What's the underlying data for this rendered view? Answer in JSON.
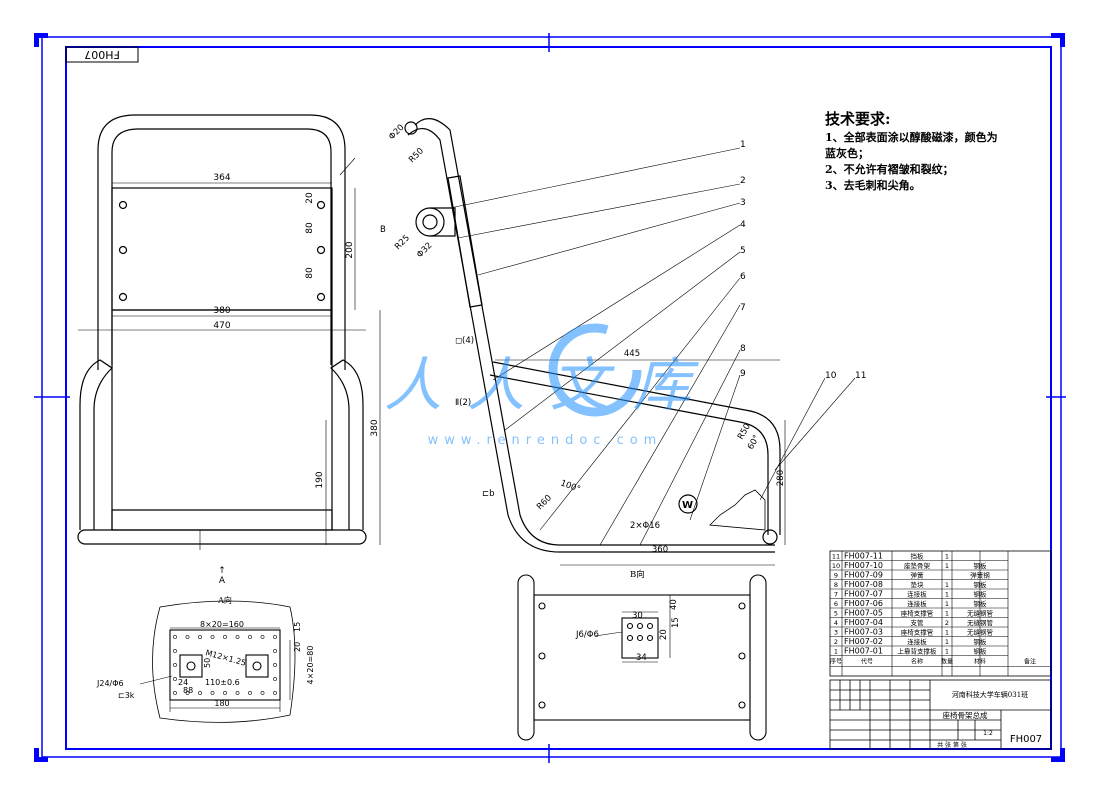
{
  "drawing_no": "FH007",
  "drawing_no_mirrored": "FH007",
  "tech_requirements": {
    "title": "技术要求:",
    "lines": [
      "1、全部表面涂以醇酸磁漆，颜色为",
      "蓝灰色；",
      "2、不允许有褶皱和裂纹；",
      "3、去毛刺和尖角。"
    ]
  },
  "front_view": {
    "dims": [
      "364",
      "20",
      "80",
      "80",
      "200",
      "380",
      "470",
      "380",
      "190"
    ],
    "section_mark": "A"
  },
  "side_view": {
    "labels": [
      "Φ20",
      "R50",
      "R25",
      "Φ32",
      "B",
      "445",
      "R60",
      "100°",
      "R50",
      "60°",
      "360",
      "280",
      "2×Φ16"
    ],
    "leaders": [
      "1",
      "2",
      "3",
      "4",
      "5",
      "6",
      "7",
      "8",
      "9",
      "10",
      "11"
    ],
    "weld_symbols": [
      "◻(4)",
      "Ⅱ(2)",
      "⊏b"
    ]
  },
  "view_a": {
    "title": "A向",
    "dims": [
      "8×20=160",
      "15",
      "20",
      "4×20=80",
      "M12×1.25",
      "50",
      "110±0.6",
      "88",
      "24",
      "180",
      "J24/Φ6",
      "⊏3k"
    ]
  },
  "view_b": {
    "title": "B向",
    "dims": [
      "30",
      "40",
      "15",
      "20",
      "34",
      "J6/Φ6"
    ]
  },
  "bom": {
    "rows": [
      {
        "no": "11",
        "code": "FH007-11",
        "name": "挡板",
        "qty": "1",
        "mat": ""
      },
      {
        "no": "10",
        "code": "FH007-10",
        "name": "座垫骨架",
        "qty": "1",
        "mat": "钢板"
      },
      {
        "no": "9",
        "code": "FH007-09",
        "name": "弹簧",
        "qty": "",
        "mat": "弹簧钢"
      },
      {
        "no": "8",
        "code": "FH007-08",
        "name": "垫块",
        "qty": "1",
        "mat": "钢板"
      },
      {
        "no": "7",
        "code": "FH007-07",
        "name": "连接板",
        "qty": "1",
        "mat": "钢板"
      },
      {
        "no": "6",
        "code": "FH007-06",
        "name": "连接板",
        "qty": "1",
        "mat": "钢板"
      },
      {
        "no": "5",
        "code": "FH007-05",
        "name": "座椅支撑管",
        "qty": "1",
        "mat": "无缝钢管"
      },
      {
        "no": "4",
        "code": "FH007-04",
        "name": "支管",
        "qty": "2",
        "mat": "无缝钢管"
      },
      {
        "no": "3",
        "code": "FH007-03",
        "name": "座椅支撑管",
        "qty": "1",
        "mat": "无缝钢管"
      },
      {
        "no": "2",
        "code": "FH007-02",
        "name": "连接板",
        "qty": "1",
        "mat": "钢板"
      },
      {
        "no": "1",
        "code": "FH007-01",
        "name": "上靠背支撑板",
        "qty": "1",
        "mat": "钢板"
      }
    ],
    "header": {
      "no": "序号",
      "code": "代号",
      "name": "名称",
      "qty": "数量",
      "mat": "材料",
      "note": "备注"
    }
  },
  "title_block": {
    "school": "河南科技大学车辆031班",
    "drawing_title": "座椅骨架总成",
    "drawing_no": "FH007",
    "scale": "1:2",
    "sheet": "共 张 第 张"
  },
  "watermark": {
    "brand": "人人文库",
    "url": "www.renrendoc.com"
  },
  "colors": {
    "frame": "#0000ff",
    "line": "#000000",
    "watermark": "#1e90ff"
  }
}
